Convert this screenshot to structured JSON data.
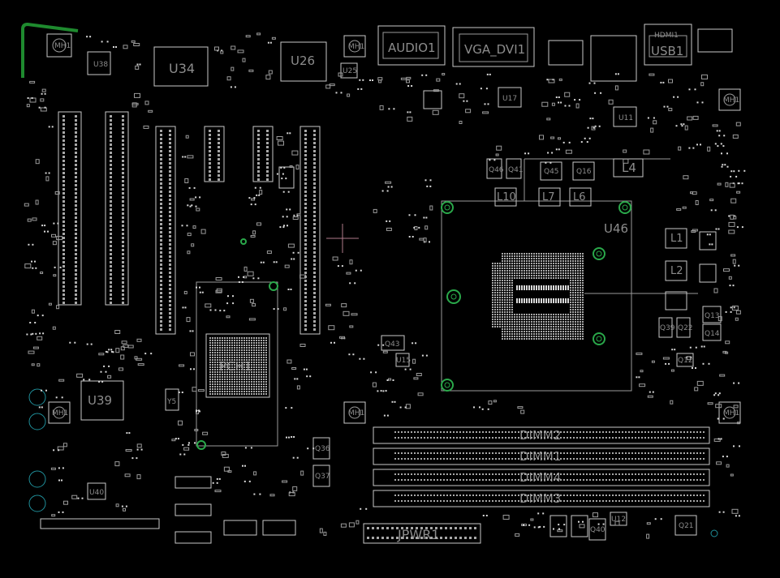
{
  "view": {
    "background": "#000000",
    "silkscreen_color": "#c8c8c8",
    "label_color": "#8c8c8c",
    "mounting_hole_color": "#2aa84a",
    "ring_color": "#1f8f9a",
    "edge_highlight_color": "#1e8a2e"
  },
  "labels": {
    "u34": "U34",
    "u26": "U26",
    "u38": "U38",
    "u39": "U39",
    "u46": "U46",
    "u40": "U40",
    "u17": "U17",
    "u11": "U11",
    "u25": "U25",
    "u12": "U12",
    "u15": "U15",
    "pch1": "PCH1",
    "audio": "AUDIO1",
    "vga_dvi": "VGA_DVI1",
    "hdmi": "HDMI1",
    "usb1": "USB1",
    "jpwr1": "JPWR1",
    "dimm_a": "DIMM2",
    "dimm_b": "DIMM1",
    "dimm_c": "DIMM4",
    "dimm_d": "DIMM3",
    "l4": "L4",
    "l10": "L10",
    "l7": "L7",
    "l6": "L6",
    "l1": "L1",
    "l2": "L2",
    "q46": "Q46",
    "q41": "Q41",
    "q45": "Q45",
    "q16": "Q16",
    "q43": "Q43",
    "q13": "Q13",
    "q14": "Q14",
    "q21": "Q21",
    "q12": "Q12",
    "q36": "Q36",
    "q37": "Q37",
    "q39": "Q39",
    "q40": "Q40",
    "q22": "Q22",
    "y5": "Y5",
    "mh": "MH1"
  }
}
